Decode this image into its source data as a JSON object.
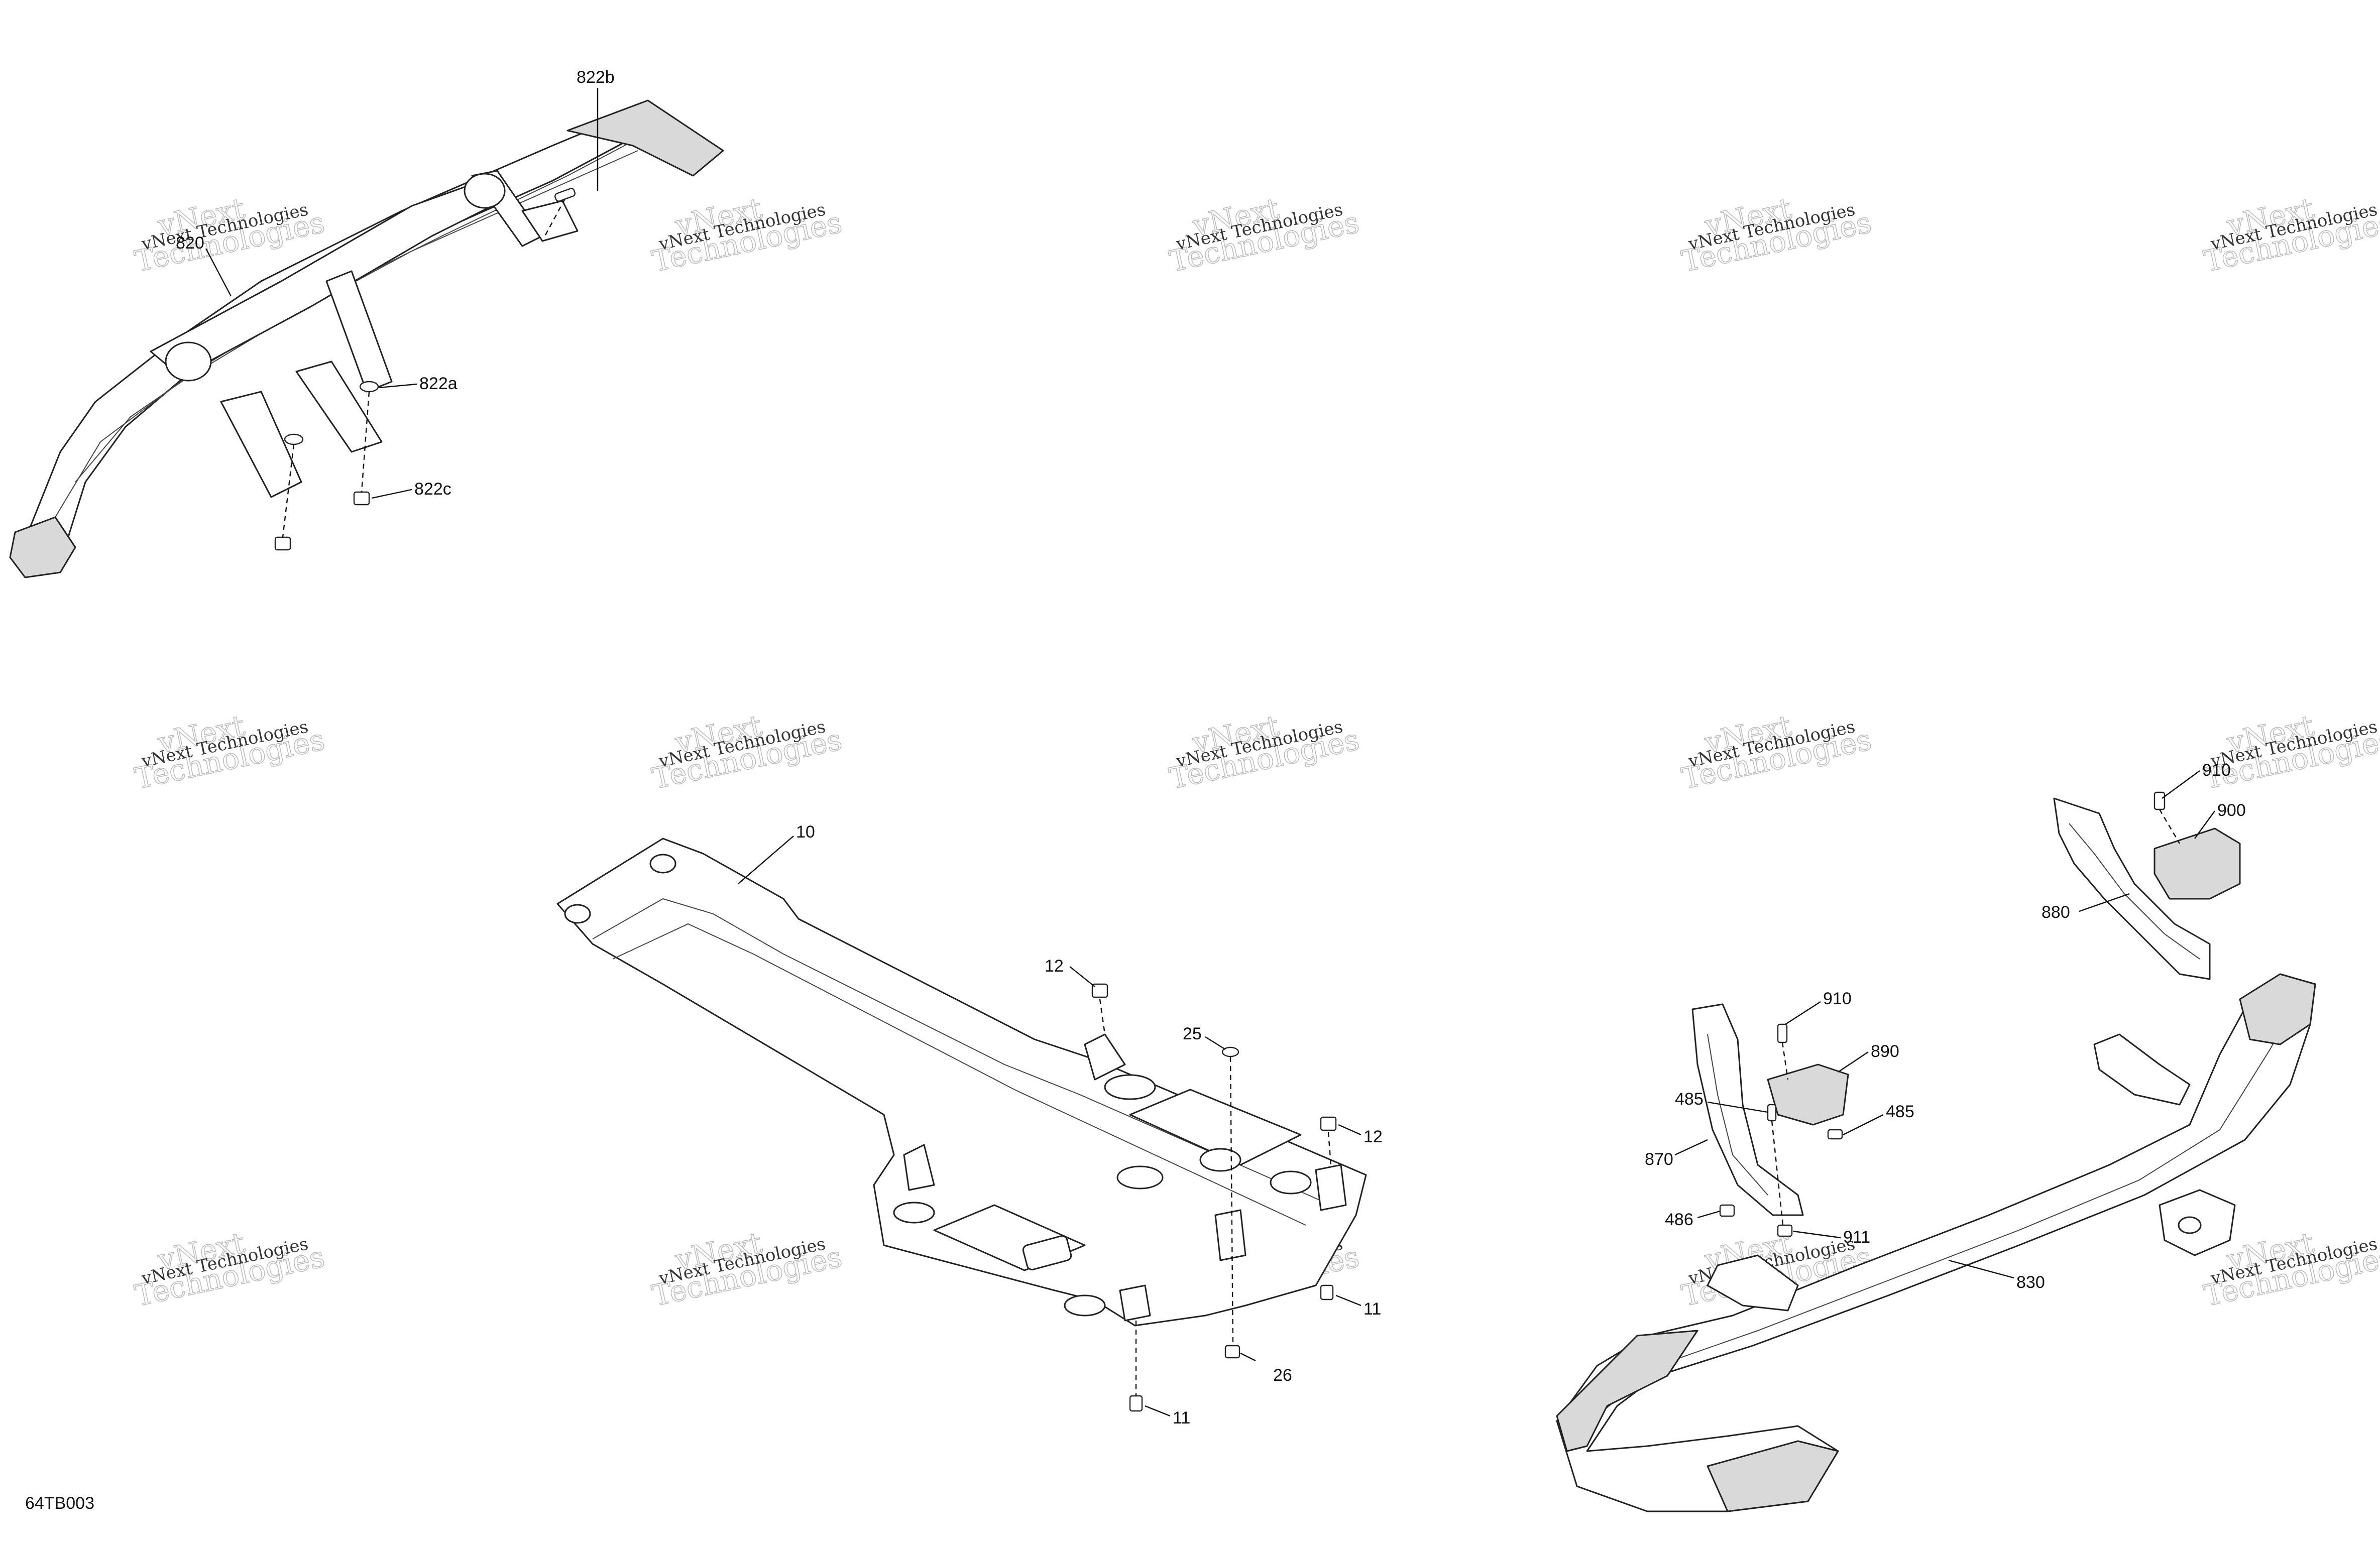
{
  "figure_id": "64TB003",
  "watermark": {
    "line1": "vNext Technologies",
    "line2": "vNext",
    "line3": "Technologies"
  },
  "callouts": {
    "c820": "820",
    "c822b": "822b",
    "c822a": "822a",
    "c822c": "822c",
    "c10": "10",
    "c12a": "12",
    "c12b": "12",
    "c25": "25",
    "c11a": "11",
    "c11b": "11",
    "c26": "26",
    "c910a": "910",
    "c900": "900",
    "c880": "880",
    "c910b": "910",
    "c890": "890",
    "c485a": "485",
    "c485b": "485",
    "c870": "870",
    "c486": "486",
    "c911": "911",
    "c830": "830"
  }
}
